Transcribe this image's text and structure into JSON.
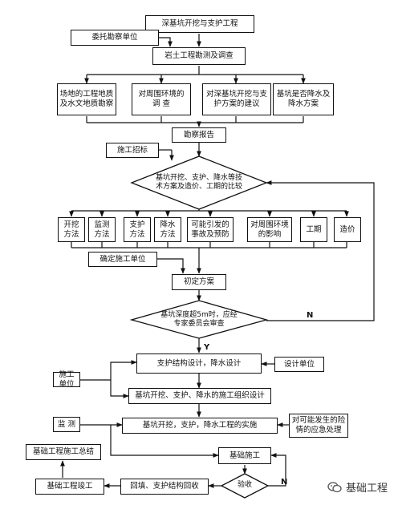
{
  "diagram": {
    "title": "深基坑开挖与支护工程",
    "consign_survey_unit": "委托勘察单位",
    "geo_survey": "岩土工程勘测及调查",
    "survey_items": [
      "场地的工程地质及水文地质勘察",
      "对周围环境的 调 查",
      "对深基坑开挖与支护方案的建议",
      "基坑是否降水及降水方案"
    ],
    "survey_report": "勘察报告",
    "construction_bidding": "施工招标",
    "compare_decision": "基坑开挖、支护、降水等技术方案及造价、工期的比较",
    "method_items": [
      "开挖方法",
      "监测方法",
      "支护方法",
      "降水方法",
      "可能引发的事故及预防",
      "对周围环境的影响",
      "工期",
      "造价"
    ],
    "select_construction_unit": "确定施工单位",
    "preliminary_plan": "初定方案",
    "review_decision": "基坑深度超5m时，应经专家委员会审查",
    "yes_label": "Y",
    "no_label": "N",
    "design_task": "支护结构设计，降水设计",
    "design_unit": "设计单位",
    "construction_unit": "施工单位",
    "org_design": "基坑开挖、支护、降水的施工组织设计",
    "monitoring": "监 测",
    "implementation": "基坑开挖，支护，降水工程的实施",
    "emergency": "对可能发生的险情的应急处理",
    "foundation_construction": "基础施工",
    "summary": "基础工程施工总结",
    "acceptance": "验收",
    "completion": "基础工程竣工",
    "backfill": "回填、支护结构回收",
    "watermark": "基础工程"
  },
  "colors": {
    "line": "#111111",
    "background": "#ffffff",
    "watermark": "#333333"
  },
  "icons": {
    "watermark_icon": "wechat-icon"
  }
}
